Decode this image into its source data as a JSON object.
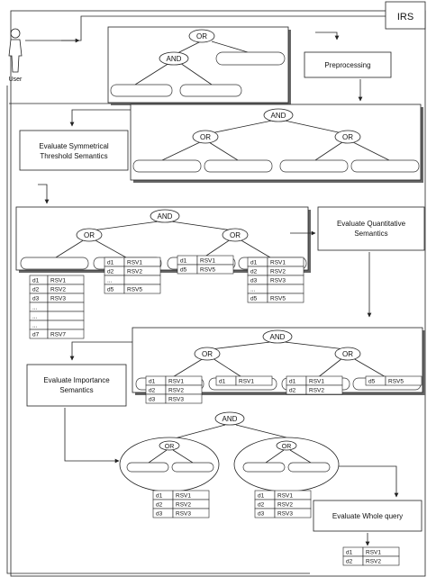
{
  "system_label": "IRS",
  "user_label": "User",
  "steps": {
    "preprocessing": "Preprocessing",
    "symmetrical_line1": "Evaluate Symmetrical",
    "symmetrical_line2": "Threshold Semantics",
    "quantitative_line1": "Evaluate Quantitative",
    "quantitative_line2": "Semantics",
    "importance_line1": "Evaluate Importance",
    "importance_line2": "Semantics",
    "whole_query": "Evaluate Whole query"
  },
  "ops": {
    "or": "OR",
    "and": "AND"
  },
  "table_a": {
    "rows": [
      [
        "d1",
        "RSV1"
      ],
      [
        "d2",
        "RSV2"
      ],
      [
        "d3",
        "RSV3"
      ],
      [
        "...",
        ""
      ],
      [
        "...",
        ""
      ],
      [
        "...",
        ""
      ],
      [
        "d7",
        "RSV7"
      ]
    ]
  },
  "table_b": {
    "rows": [
      [
        "d1",
        "RSV1"
      ],
      [
        "d2",
        "RSV2"
      ],
      [
        "...",
        ""
      ],
      [
        "d5",
        "RSV5"
      ]
    ]
  },
  "table_c": {
    "rows": [
      [
        "d1",
        "RSV1"
      ],
      [
        "d5",
        "RSV5"
      ]
    ]
  },
  "table_d": {
    "rows": [
      [
        "d1",
        "RSV1"
      ],
      [
        "d2",
        "RSV2"
      ],
      [
        "d3",
        "RSV3"
      ],
      [
        "...",
        ""
      ],
      [
        "d5",
        "RSV5"
      ]
    ]
  },
  "table_e": {
    "rows": [
      [
        "d1",
        "RSV1"
      ],
      [
        "d2",
        "RSV2"
      ],
      [
        "d3",
        "RSV3"
      ]
    ]
  },
  "table_f": {
    "rows": [
      [
        "d1",
        "RSV1"
      ]
    ]
  },
  "table_g": {
    "rows": [
      [
        "d1",
        "RSV1"
      ],
      [
        "d2",
        "RSV2"
      ]
    ]
  },
  "table_h": {
    "rows": [
      [
        "d5",
        "RSV5"
      ]
    ]
  },
  "table_i": {
    "rows": [
      [
        "d1",
        "RSV1"
      ],
      [
        "d2",
        "RSV2"
      ],
      [
        "d3",
        "RSV3"
      ]
    ]
  },
  "table_j": {
    "rows": [
      [
        "d1",
        "RSV1"
      ],
      [
        "d2",
        "RSV2"
      ],
      [
        "d3",
        "RSV3"
      ]
    ]
  },
  "table_k": {
    "rows": [
      [
        "d1",
        "RSV1"
      ],
      [
        "d2",
        "RSV2"
      ]
    ]
  }
}
